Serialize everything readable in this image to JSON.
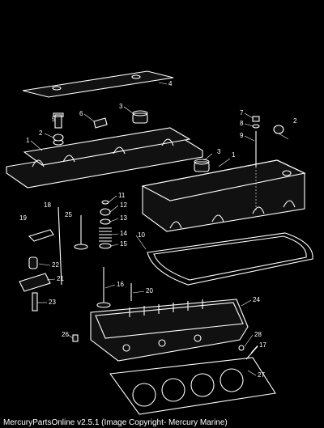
{
  "callouts": [
    "1",
    "2",
    "3",
    "4",
    "5",
    "6",
    "7",
    "8",
    "9",
    "10",
    "11",
    "12",
    "13",
    "14",
    "15",
    "16",
    "17",
    "18",
    "19",
    "20",
    "21",
    "22",
    "23",
    "24",
    "25",
    "26",
    "27",
    "28"
  ],
  "footer": "MercuryPartsOnline v2.5.1 (Image Copyright- Mercury Marine)"
}
